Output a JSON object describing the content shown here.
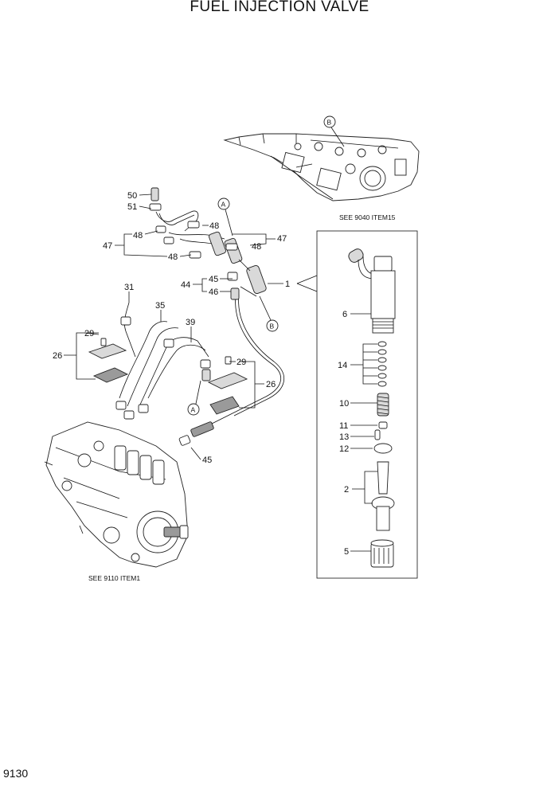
{
  "title": "FUEL INJECTION VALVE",
  "page_number": "9130",
  "references": {
    "cylinder_head": "SEE 9040 ITEM15",
    "injection_pump": "SEE 9110 ITEM1"
  },
  "callout_letters": {
    "a": "A",
    "b": "B"
  },
  "callouts": {
    "n1": "1",
    "n2": "2",
    "n5": "5",
    "n6": "6",
    "n10": "10",
    "n11": "11",
    "n12": "12",
    "n13": "13",
    "n14": "14",
    "n26": "26",
    "n29": "29",
    "n31": "31",
    "n35": "35",
    "n39": "39",
    "n44": "44",
    "n45": "45",
    "n46": "46",
    "n47": "47",
    "n48": "48",
    "n50": "50",
    "n51": "51"
  }
}
